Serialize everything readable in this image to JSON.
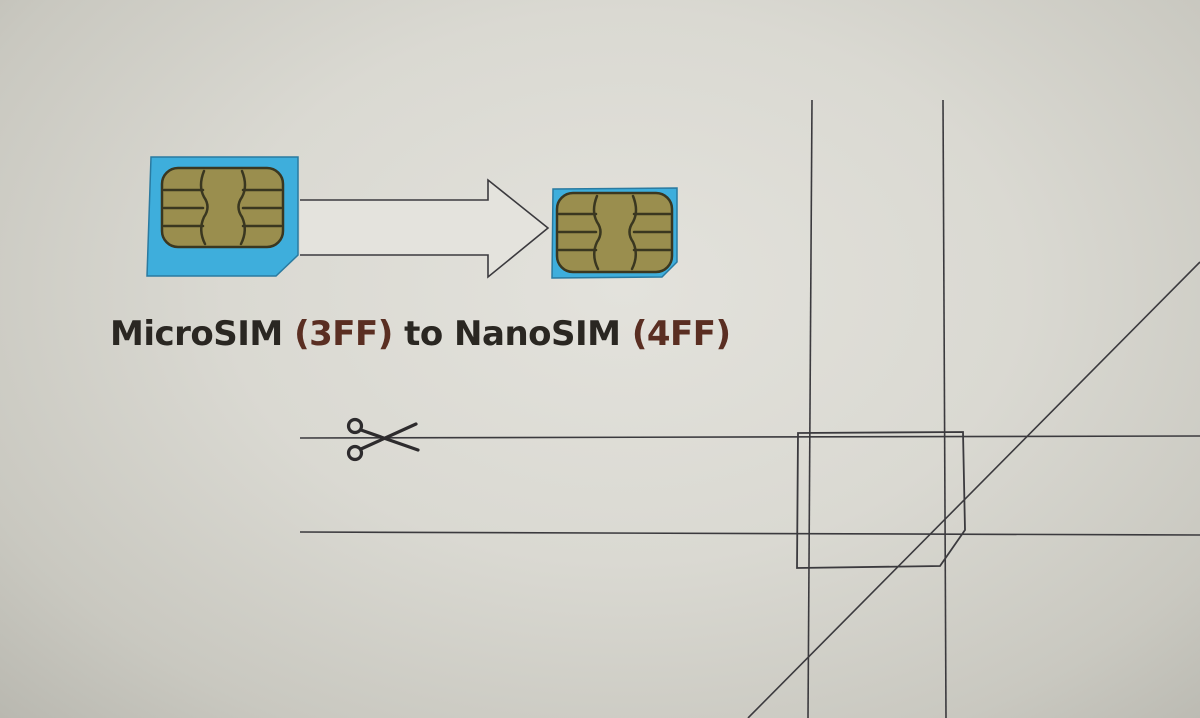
{
  "caption": {
    "before": "MicroSIM ",
    "paren1": "(3FF)",
    "middle": " to NanoSIM ",
    "paren2": "(4FF)"
  },
  "icons": {
    "cut": "scissors-icon",
    "source": "micro-sim-card-icon",
    "target": "nano-sim-card-icon",
    "direction": "arrow-right-icon"
  },
  "colors": {
    "sim_body": "#3eaedc",
    "chip_gold": "#9a8e4e",
    "chip_lines": "#3a3720",
    "ink": "#2a2722",
    "paper": "#dcdbd4"
  }
}
